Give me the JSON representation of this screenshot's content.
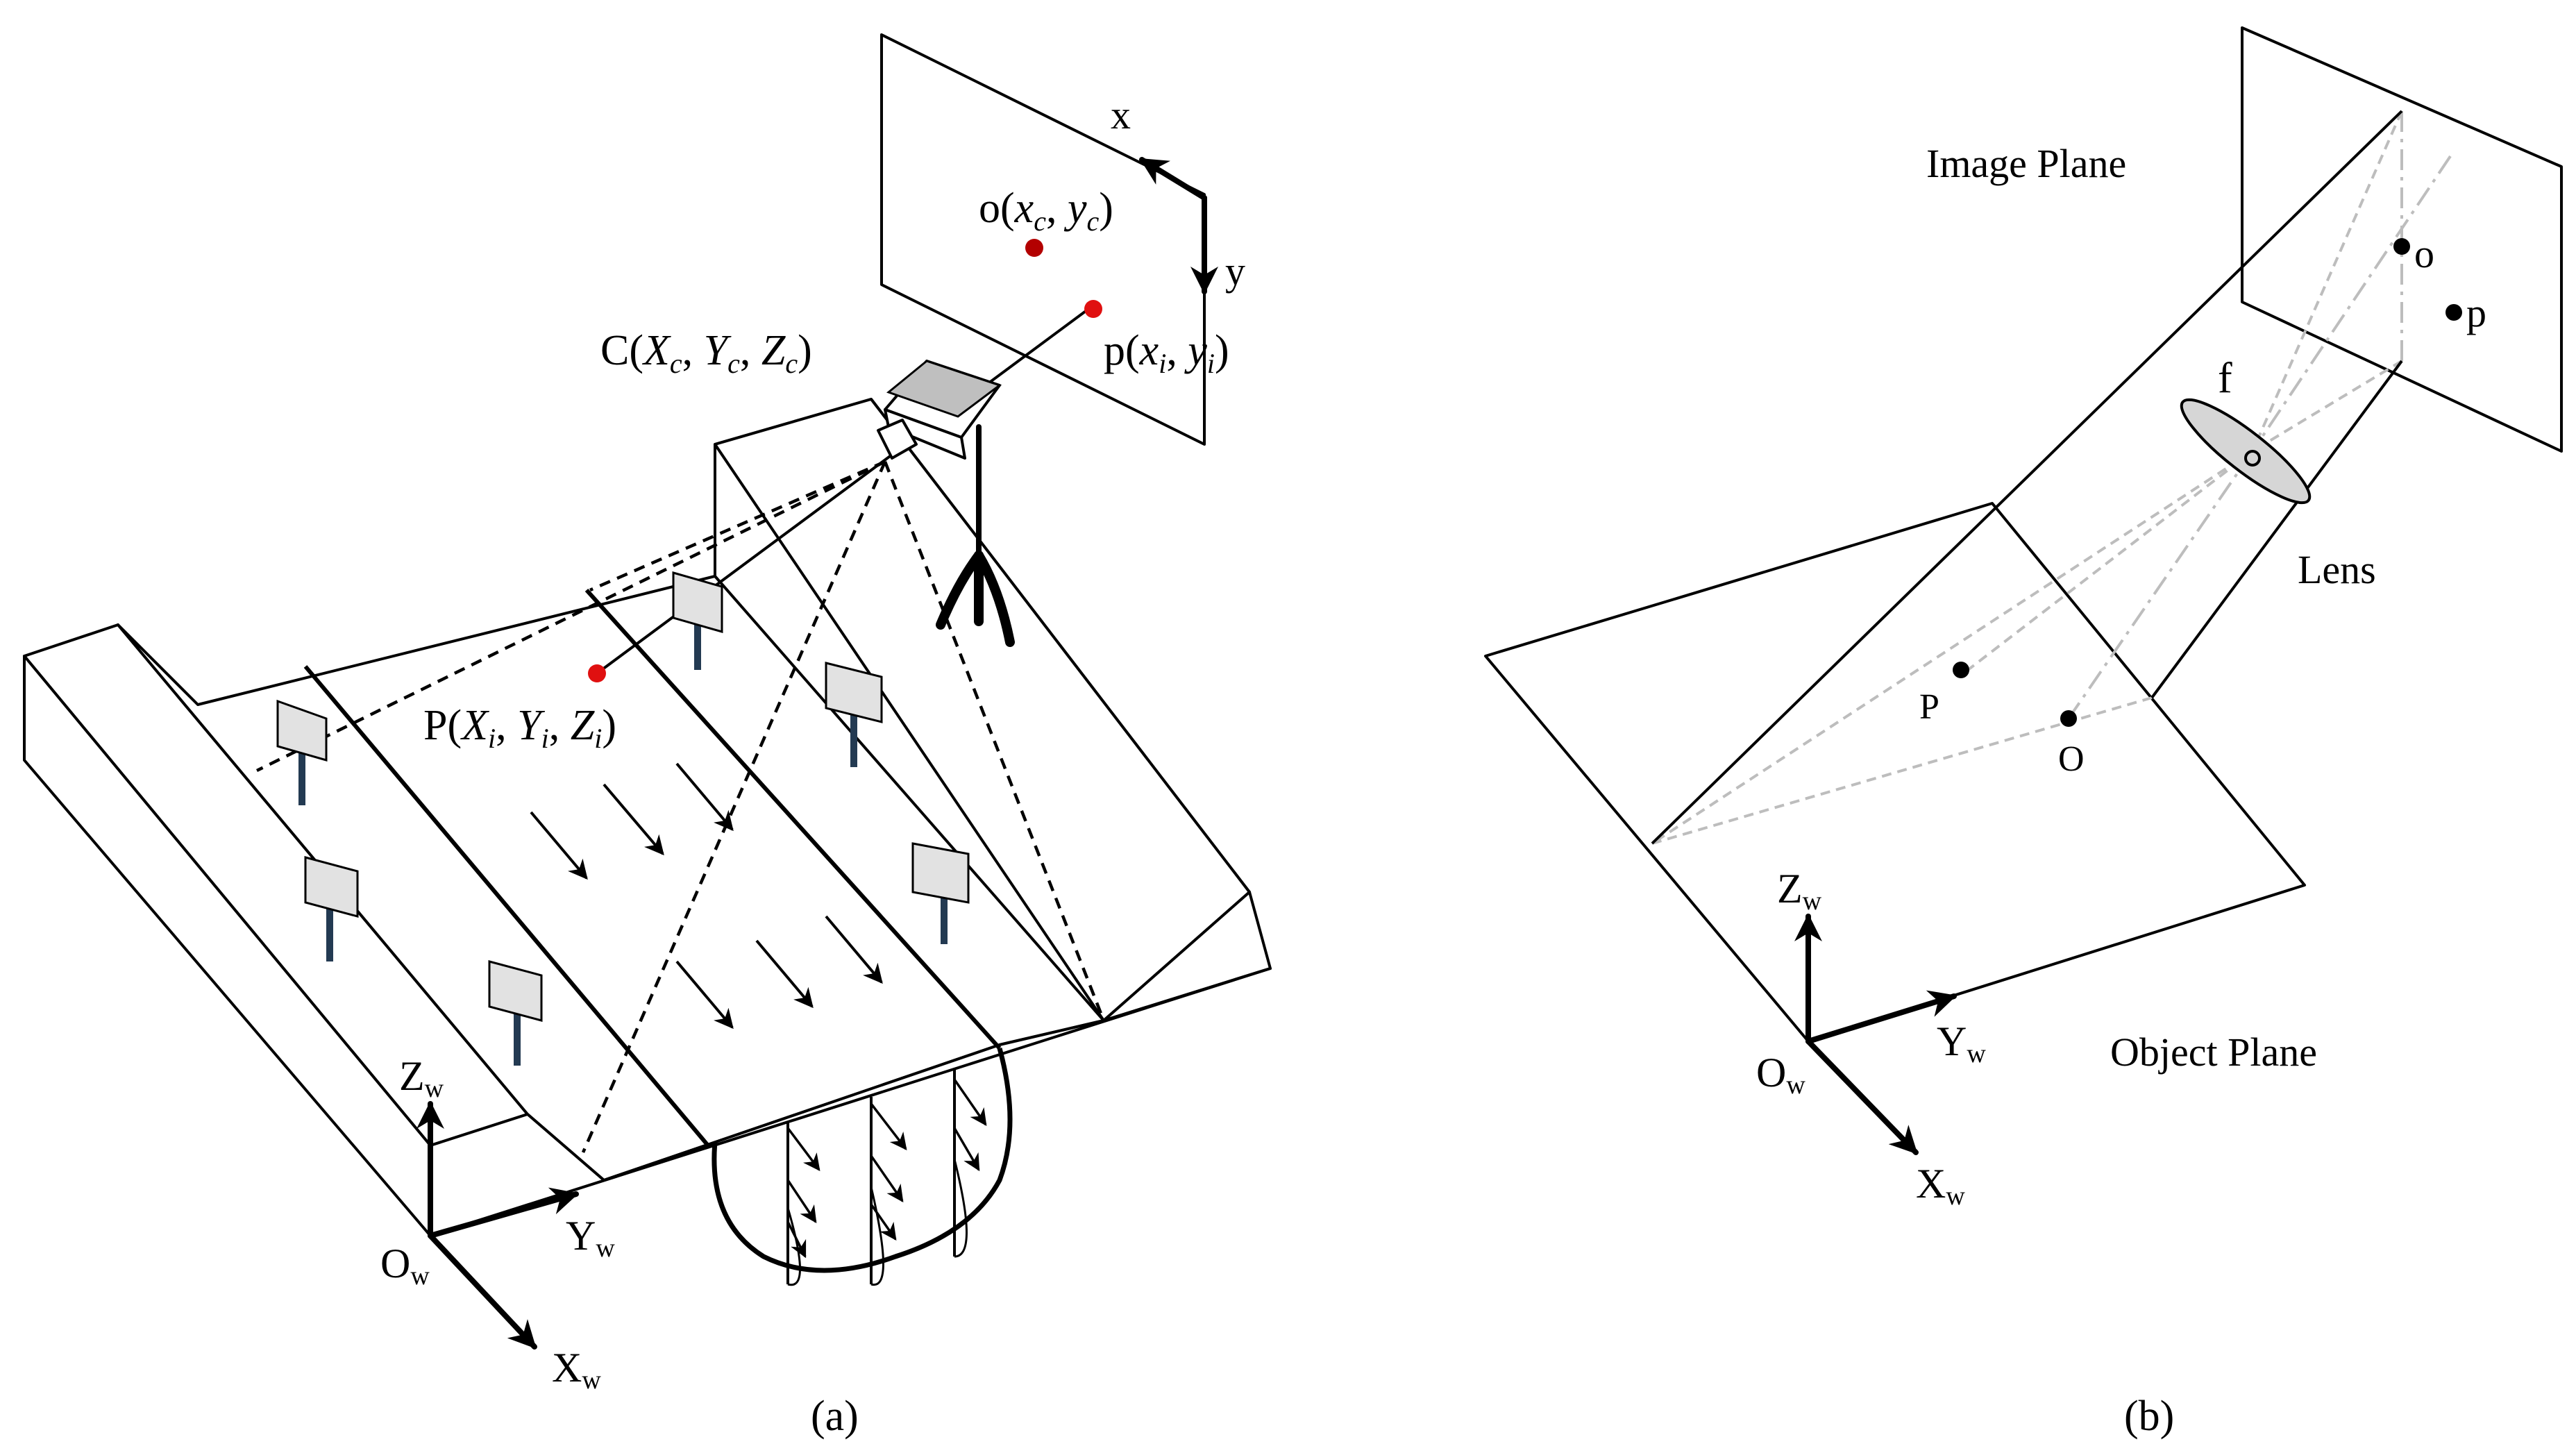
{
  "panel_a": {
    "caption": "(a)",
    "image_axis_x": "x",
    "image_axis_y": "y",
    "principal_point": {
      "prefix": "o(",
      "x": "x",
      "x_sub": "c",
      "sep": ", ",
      "y": "y",
      "y_sub": "c",
      "suffix": ")"
    },
    "image_point": {
      "prefix": "p(",
      "x": "x",
      "x_sub": "i",
      "sep": ", ",
      "y": "y",
      "y_sub": "i",
      "suffix": ")"
    },
    "camera_center": {
      "prefix": "C(",
      "X": "X",
      "X_sub": "c",
      "sep1": ", ",
      "Y": "Y",
      "Y_sub": "c",
      "sep2": ", ",
      "Z": "Z",
      "Z_sub": "c",
      "suffix": ")"
    },
    "world_point": {
      "prefix": "P(",
      "X": "X",
      "X_sub": "i",
      "sep1": ", ",
      "Y": "Y",
      "Y_sub": "i",
      "sep2": ", ",
      "Z": "Z",
      "Z_sub": "i",
      "suffix": ")"
    },
    "axis_z": {
      "main": "Z",
      "sub": "w"
    },
    "axis_y": {
      "main": "Y",
      "sub": "w"
    },
    "axis_x": {
      "main": "X",
      "sub": "w"
    },
    "origin": {
      "main": "O",
      "sub": "w"
    }
  },
  "panel_b": {
    "caption": "(b)",
    "image_plane_label": "Image Plane",
    "object_plane_label": "Object Plane",
    "lens_label": "Lens",
    "focal_label": "f",
    "point_o": "o",
    "point_p": "p",
    "point_P": "P",
    "point_O": "O",
    "axis_z": {
      "main": "Z",
      "sub": "w"
    },
    "axis_y": {
      "main": "Y",
      "sub": "w"
    },
    "axis_x": {
      "main": "X",
      "sub": "w"
    },
    "origin": {
      "main": "O",
      "sub": "w"
    }
  },
  "colors": {
    "point_red": "#e01010",
    "point_dark_red": "#b30000",
    "sign_board": "#e2e2e2",
    "sign_post": "#233a52",
    "guide_grey": "#bdbdbd"
  }
}
